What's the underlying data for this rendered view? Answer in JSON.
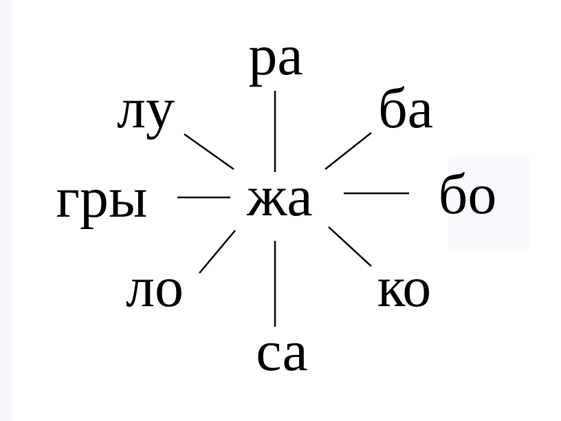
{
  "diagram": {
    "center": "жа",
    "syllables": {
      "top": "ра",
      "top_right": "ба",
      "right": "бо",
      "bottom_right": "ко",
      "bottom": "са",
      "bottom_left": "ло",
      "left": "гры",
      "top_left": "лу"
    }
  }
}
